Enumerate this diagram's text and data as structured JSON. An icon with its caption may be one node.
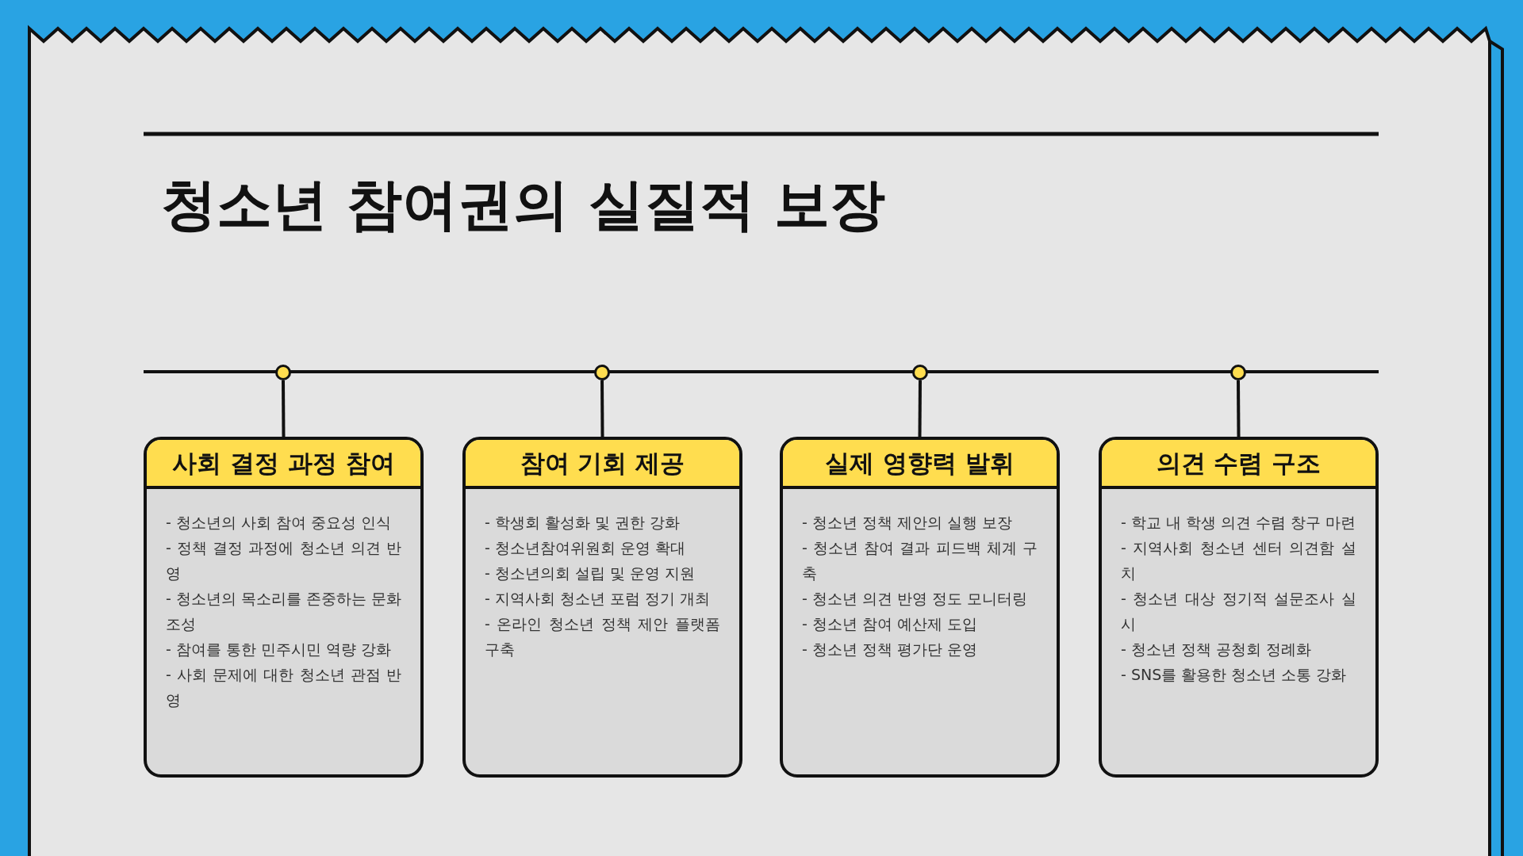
{
  "diagram": {
    "title": "청소년 참여권의 실질적 보장",
    "nodes": [
      {
        "text": [],
        "shape": "circle"
      },
      {
        "text": [],
        "shape": "circle"
      },
      {
        "text": [],
        "shape": "circle"
      },
      {
        "text": [],
        "shape": "circle"
      },
      {
        "text": [
          "사회 결정 과정 참여",
          "- 청소년의 사회 참여 중요성 인식",
          "- 정책 결정 과정에 청소년 의견 반영",
          "- 청소년의 목소리를 존중하는 문화 조성",
          "- 참여를 통한 민주시민 역량 강화",
          "- 사회 문제에 대한 청소년 관점 반영"
        ]
      },
      {
        "text": [
          "참여 기회 제공",
          "- 학생회 활성화 및 권한 강화",
          "- 청소년참여위원회 운영 확대",
          "- 청소년의회 설립 및 운영 지원",
          "- 지역사회 청소년 포럼 정기 개최",
          "- 온라인 청소년 정책 제안 플랫폼 구축"
        ]
      },
      {
        "text": [
          "실제 영향력 발휘",
          "- 청소년 정책 제안의 실행 보장",
          "- 청소년 참여 결과 피드백 체계 구축",
          "- 청소년 의견 반영 정도 모니터링",
          "- 청소년 참여 예산제 도입",
          "- 청소년 정책 평가단 운영"
        ]
      },
      {
        "text": [
          "의견 수렴 구조",
          "- 학교 내 학생 의견 수렴 창구 마련",
          "- 지역사회 청소년 센터 의견함 설치",
          "- 청소년 대상 정기적 설문조사 실시",
          "- 청소년 정책 공청회 정례화",
          "- SNS를 활용한 청소년 소통 강화"
        ]
      }
    ],
    "edges": [
      {
        "from": 0,
        "to": 4,
        "arrow": "none"
      },
      {
        "from": 1,
        "to": 5,
        "arrow": "none"
      },
      {
        "from": 2,
        "to": 6,
        "arrow": "none"
      },
      {
        "from": 3,
        "to": 7,
        "arrow": "none"
      }
    ]
  }
}
